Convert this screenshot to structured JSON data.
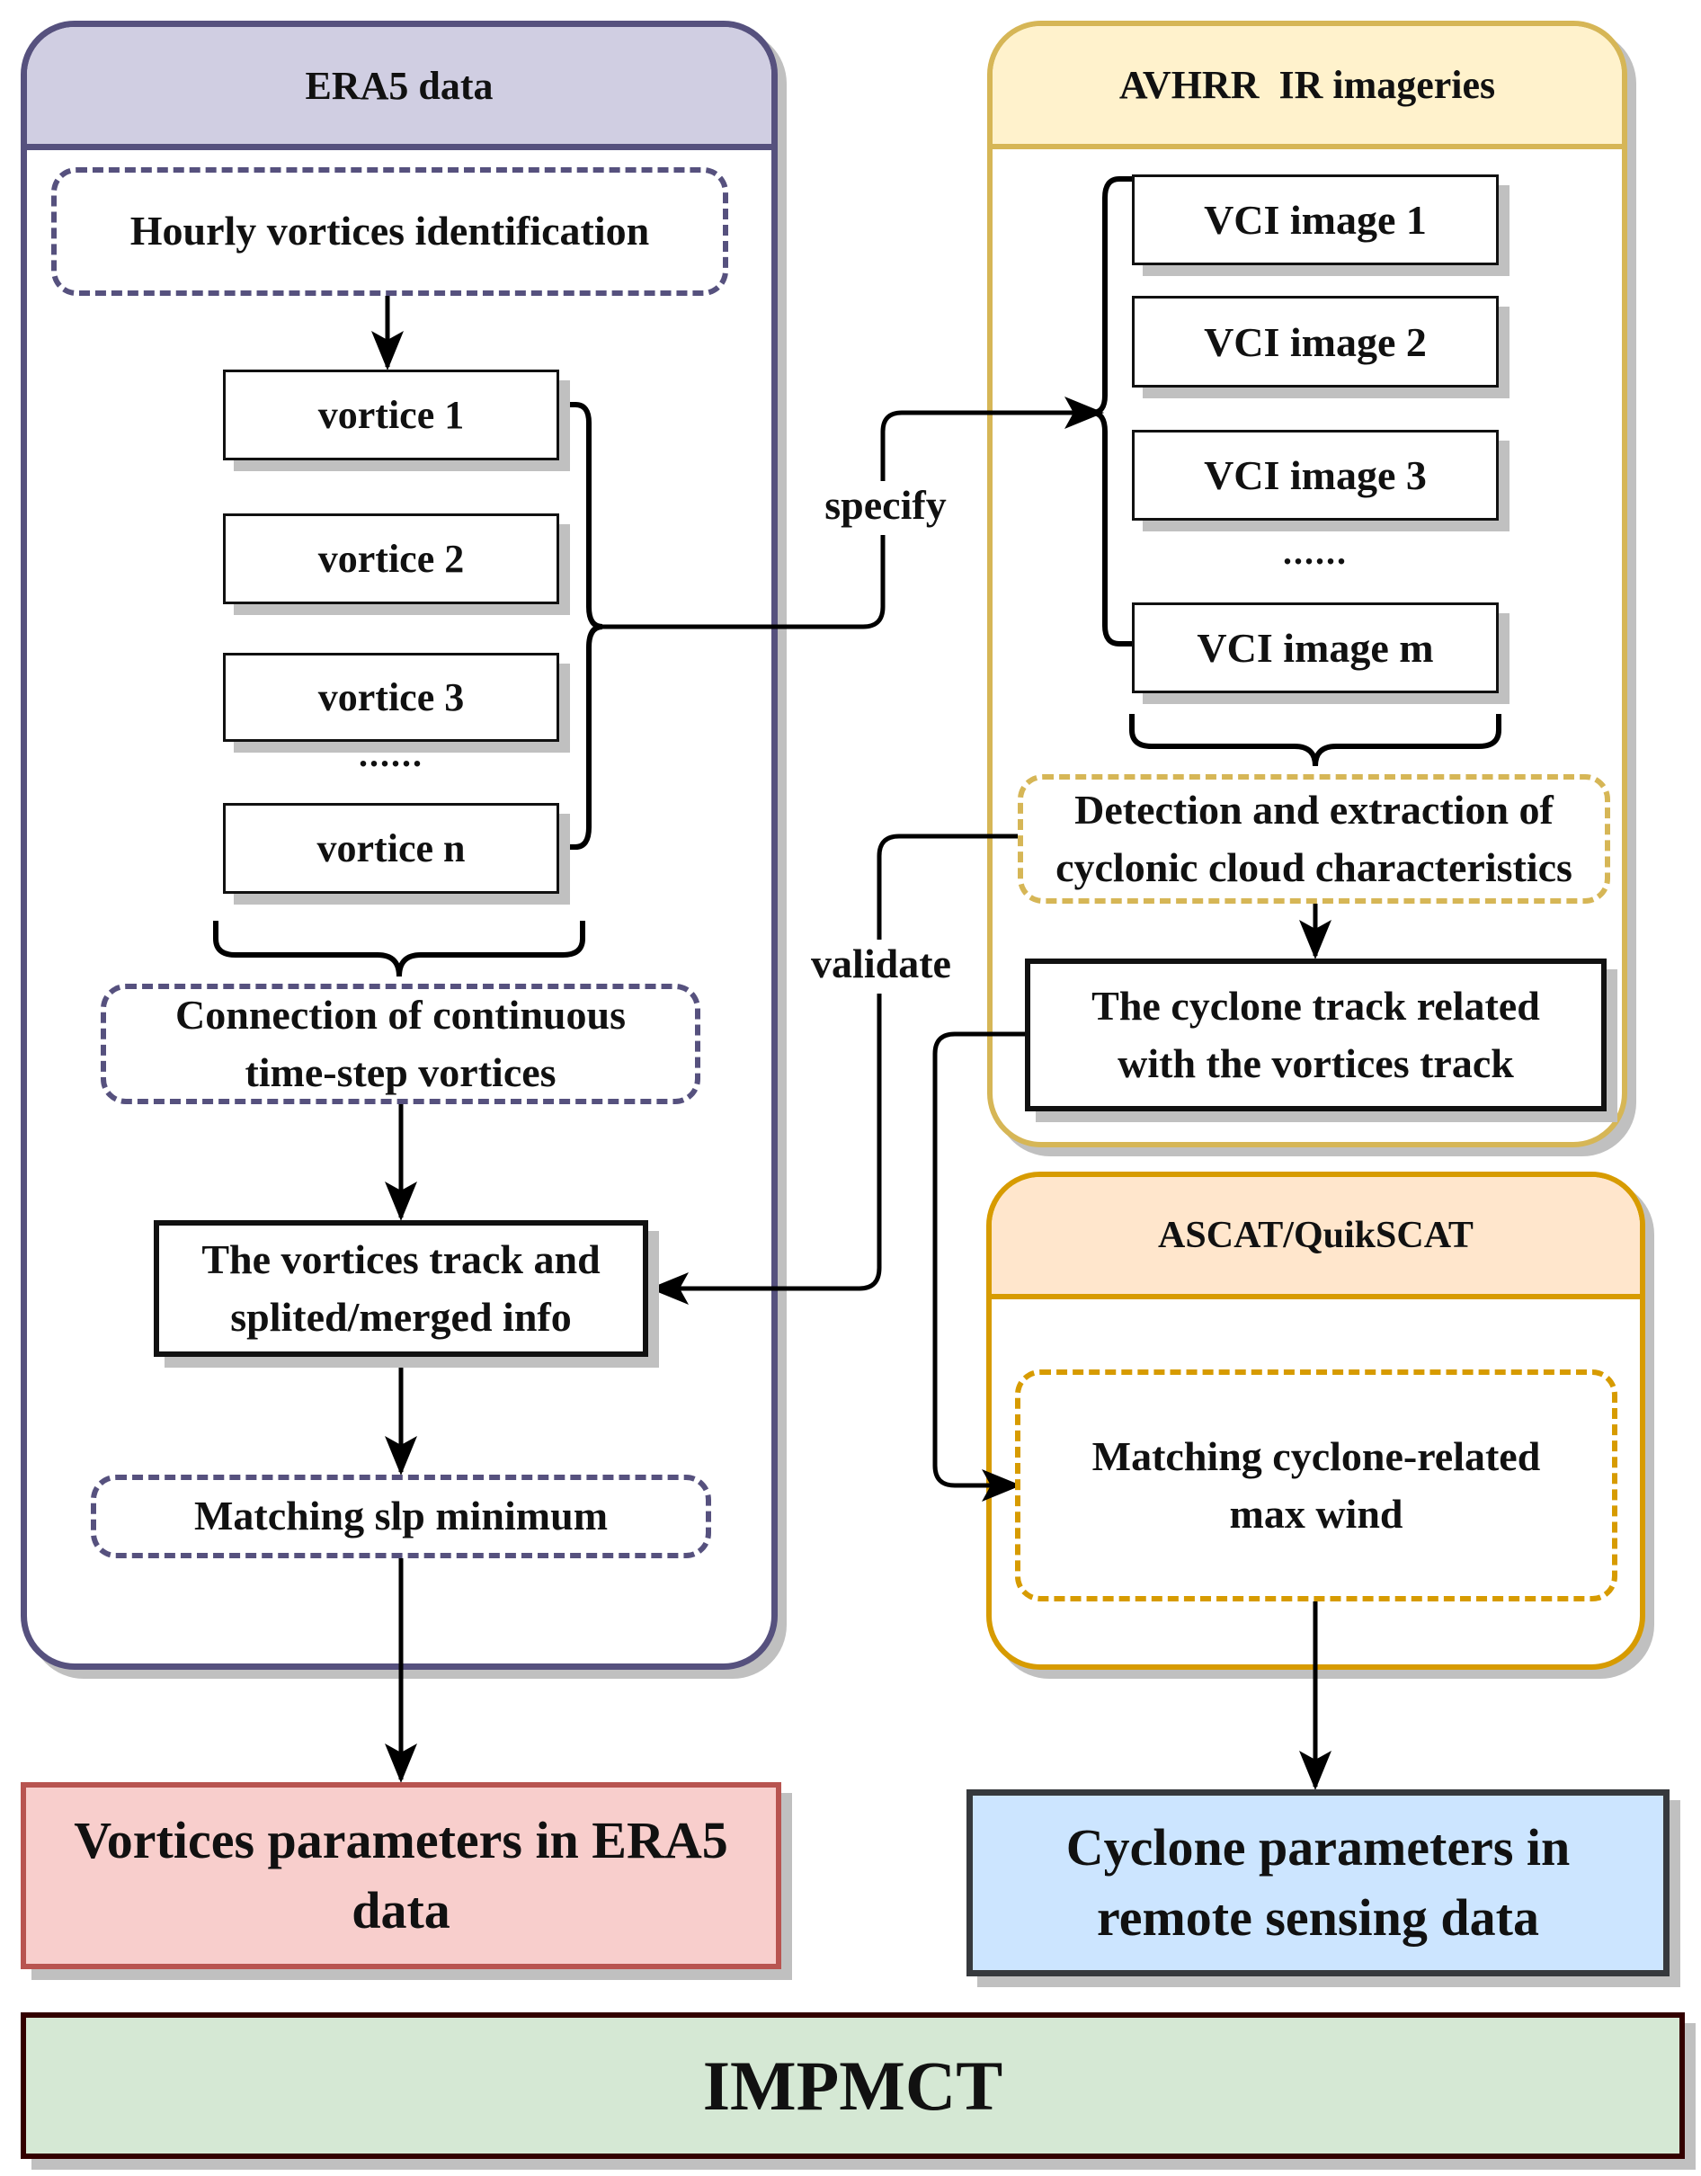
{
  "era5": {
    "title": "ERA5 data",
    "border_color": "#56517e",
    "header_color": "#d0cee2",
    "hourly": "Hourly vortices identification",
    "vortices": [
      "vortice 1",
      "vortice 2",
      "vortice 3",
      "vortice n"
    ],
    "ellipsis": "......",
    "connection": "Connection of continuous time-step vortices",
    "track": "The vortices track and splited/merged info",
    "slp": "Matching slp minimum"
  },
  "avhrr": {
    "title": "AVHRR  IR imageries",
    "border_color": "#d6b656",
    "header_color": "#fff2cc",
    "images": [
      "VCI image 1",
      "VCI image 2",
      "VCI image 3",
      "VCI image m"
    ],
    "ellipsis": "......",
    "detection": "Detection and extraction of cyclonic cloud characteristics",
    "cyclone_track": "The cyclone track related with the vortices track"
  },
  "ascat": {
    "title": "ASCAT/QuikSCAT",
    "border_color": "#d79b00",
    "header_color": "#ffe6cc",
    "max_wind": "Matching cyclone-related max wind"
  },
  "edges": {
    "specify": "specify",
    "validate": "validate"
  },
  "outputs": {
    "vortices_params": "Vortices parameters in ERA5 data",
    "vortices_color": "#f8cecc",
    "cyclone_params": "Cyclone parameters in remote sensing data",
    "cyclone_color": "#cce5ff"
  },
  "footer": {
    "title": "IMPMCT",
    "color": "#d5e8d4"
  }
}
